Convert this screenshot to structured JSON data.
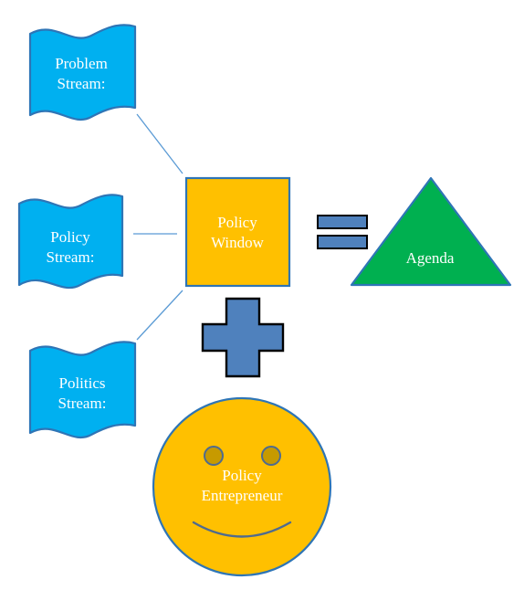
{
  "streams": {
    "problem": {
      "line1": "Problem",
      "line2": "Stream:"
    },
    "policy": {
      "line1": "Policy",
      "line2": "Stream:"
    },
    "politics": {
      "line1": "Politics",
      "line2": "Stream:"
    }
  },
  "window": {
    "line1": "Policy",
    "line2": "Window"
  },
  "agenda": {
    "label": "Agenda"
  },
  "entrepreneur": {
    "line1": "Policy",
    "line2": "Entrepreneur"
  },
  "colors": {
    "stream_fill": "#00b0f0",
    "stream_stroke": "#2e75b6",
    "window_fill": "#ffc000",
    "agenda_fill": "#00b050",
    "operator_fill": "#4f81bd",
    "connector": "#5b9bd5"
  },
  "icons": {
    "equals": "equals-icon",
    "plus": "plus-icon",
    "face": "smiley-face-icon"
  }
}
